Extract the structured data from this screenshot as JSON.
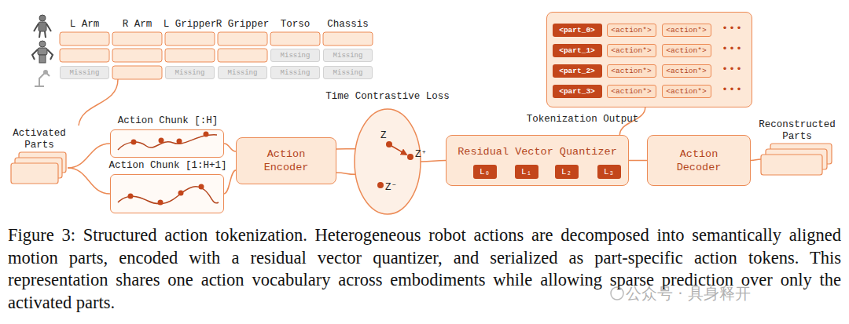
{
  "diagram": {
    "caption": "Figure 3: Structured action tokenization. Heterogeneous robot actions are decomposed into semantically aligned motion parts, encoded with a residual vector quantizer, and serialized as part-specific action tokens. This representation shares one action vocabulary across embodiments while allowing sparse prediction over only the activated parts.",
    "nodes": [
      {
        "text": [
          "Missing"
        ]
      },
      {
        "text": [
          "Missing"
        ]
      },
      {
        "text": [
          "Missing"
        ]
      },
      {
        "text": [
          "Missing"
        ]
      },
      {
        "text": [
          "Missing"
        ]
      },
      {
        "text": [
          "Missing"
        ]
      },
      {
        "text": [
          "Missing"
        ]
      },
      {
        "text": [
          "Activated Parts"
        ]
      },
      {
        "text": [
          "Action Chunk [:H]"
        ]
      },
      {
        "text": [
          "Action Chunk [1:H+1]"
        ]
      },
      {
        "text": [
          "Action Encoder"
        ]
      },
      {
        "text": [
          "Time Contrastive Loss",
          "Z",
          "Z⁺",
          "Z⁻"
        ]
      },
      {
        "text": [
          "Residual Vector Quantizer"
        ]
      },
      {
        "text": [
          "L₀"
        ],
        "in": 12
      },
      {
        "text": [
          "L₁"
        ],
        "in": 12
      },
      {
        "text": [
          "L₂"
        ],
        "in": 12
      },
      {
        "text": [
          "L₃"
        ],
        "in": 12
      },
      {
        "text": [
          "Tokenization Output"
        ]
      },
      {
        "text": [
          "<part_0>"
        ],
        "in": 17
      },
      {
        "text": [
          "<action*>"
        ],
        "in": 17
      },
      {
        "text": [
          "<action*>"
        ],
        "in": 17
      },
      {
        "text": [
          "<part_1>"
        ],
        "in": 17
      },
      {
        "text": [
          "<action*>"
        ],
        "in": 17
      },
      {
        "text": [
          "<action*>"
        ],
        "in": 17
      },
      {
        "text": [
          "<part_2>"
        ],
        "in": 17
      },
      {
        "text": [
          "<action*>"
        ],
        "in": 17
      },
      {
        "text": [
          "<action*>"
        ],
        "in": 17
      },
      {
        "text": [
          "<part_3>"
        ],
        "in": 17
      },
      {
        "text": [
          "<action*>"
        ],
        "in": 17
      },
      {
        "text": [
          "<action*>"
        ],
        "in": 17
      },
      {
        "text": [
          "Action Decoder"
        ]
      },
      {
        "text": [
          "Reconstructed Parts"
        ]
      }
    ],
    "edges": [
      {
        "from": 7,
        "to": 8,
        "arrow": "none"
      },
      {
        "from": 7,
        "to": 9,
        "arrow": "none"
      },
      {
        "from": 8,
        "to": 10,
        "arrow": "none"
      },
      {
        "from": 9,
        "to": 10,
        "arrow": "none"
      },
      {
        "from": 10,
        "to": 11,
        "arrow": "none"
      },
      {
        "from": 10,
        "to": 11,
        "arrow": "none"
      },
      {
        "from": 11,
        "to": 12,
        "arrow": "none"
      },
      {
        "from": 12,
        "to": 17,
        "arrow": "none"
      },
      {
        "from": 12,
        "to": 30,
        "arrow": "none"
      },
      {
        "from": 30,
        "to": 31,
        "arrow": "none"
      }
    ],
    "labels": [
      "L Arm",
      "R Arm",
      "L Gripper",
      "R Gripper",
      "Torso",
      "Chassis",
      "•••",
      "•••",
      "•••",
      "•••",
      "公众号 · 具身释开"
    ]
  }
}
